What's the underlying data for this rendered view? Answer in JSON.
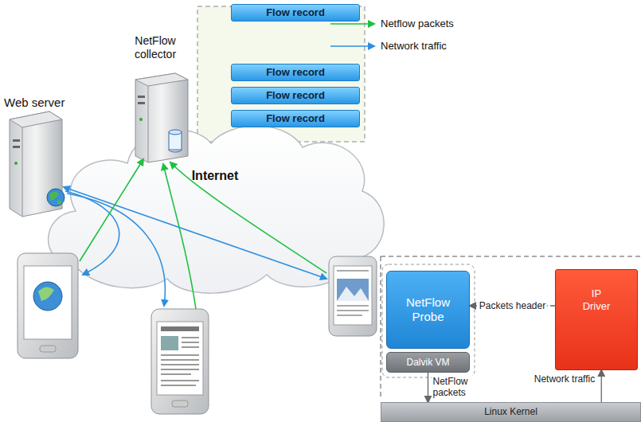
{
  "diagram": {
    "nodes": [
      {
        "text": [
          "Web server"
        ]
      },
      {
        "text": [
          "NetFlow collector"
        ]
      },
      {
        "text": [
          "Flow record"
        ]
      },
      {
        "text": [
          "Flow record"
        ]
      },
      {
        "text": [
          "Flow record"
        ]
      },
      {
        "text": [
          "Flow record"
        ]
      },
      {
        "text": [
          "Internet"
        ]
      },
      {
        "text": [
          "NetFlow Probe"
        ]
      },
      {
        "text": [
          "Dalvik VM"
        ]
      },
      {
        "text": [
          "IP Driver"
        ]
      },
      {
        "text": [
          "Linux Kernel"
        ]
      }
    ],
    "edges": [
      {
        "from": 9,
        "to": 7,
        "label": "Packets header",
        "arrow": "to"
      },
      {
        "from": 8,
        "to": 10,
        "label": "NetFlow packets",
        "arrow": "to"
      },
      {
        "from": 10,
        "to": 9,
        "label": "Network traffic",
        "arrow": "to"
      }
    ],
    "legend": [
      {
        "text": "Netflow packets"
      },
      {
        "text": "Network traffic"
      }
    ]
  }
}
